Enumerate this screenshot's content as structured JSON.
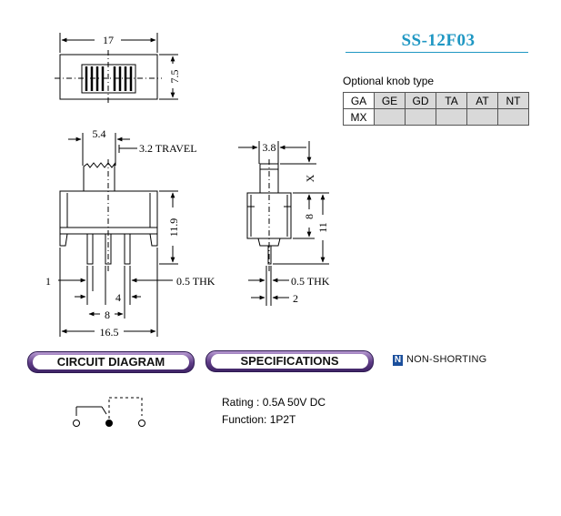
{
  "model": "SS-12F03",
  "optional_knob": {
    "caption": "Optional knob type",
    "row1": [
      "GA",
      "GE",
      "GD",
      "TA",
      "AT",
      "NT"
    ],
    "row2": [
      "MX",
      "",
      "",
      "",
      "",
      ""
    ]
  },
  "dimensions": {
    "top_width": "17",
    "top_height": "7.5",
    "knob_width": "5.4",
    "travel": "3.2 TRAVEL",
    "body_height": "11.9",
    "pin_left": "1",
    "pitch_4": "4",
    "pitch_8": "8",
    "overall_16_5": "16.5",
    "thk_front": "0.5 THK",
    "side_width": "3.8",
    "side_x": "X",
    "side_8": "8",
    "side_11": "11",
    "thk_side": "0.5 THK",
    "side_2": "2"
  },
  "badges": {
    "circuit": "CIRCUIT DIAGRAM",
    "specs": "SPECIFICATIONS"
  },
  "non_shorting": {
    "icon_letter": "N",
    "label": "NON-SHORTING"
  },
  "specifications": {
    "rating": "Rating : 0.5A 50V DC",
    "function": "Function: 1P2T"
  },
  "colors": {
    "title": "#1f97c3",
    "badge_purple": "#5e3c86",
    "table_fill": "#d9d9d9",
    "ns_icon": "#1b4f9c"
  }
}
